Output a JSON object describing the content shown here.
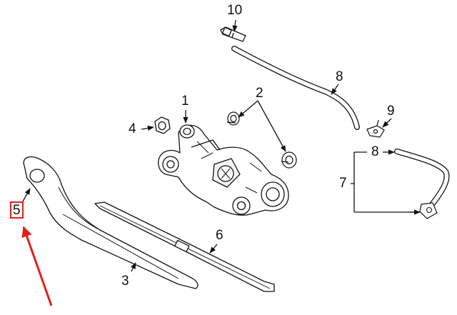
{
  "colors": {
    "line": "#111111",
    "highlight": "#e0201c",
    "background": "#ffffff"
  },
  "callouts": {
    "c1": "1",
    "c2": "2",
    "c3": "3",
    "c4": "4",
    "c5": "5",
    "c6": "6",
    "c7": "7",
    "c8_top": "8",
    "c8_lower": "8",
    "c9": "9",
    "c10": "10"
  },
  "highlighted_callout": "5"
}
